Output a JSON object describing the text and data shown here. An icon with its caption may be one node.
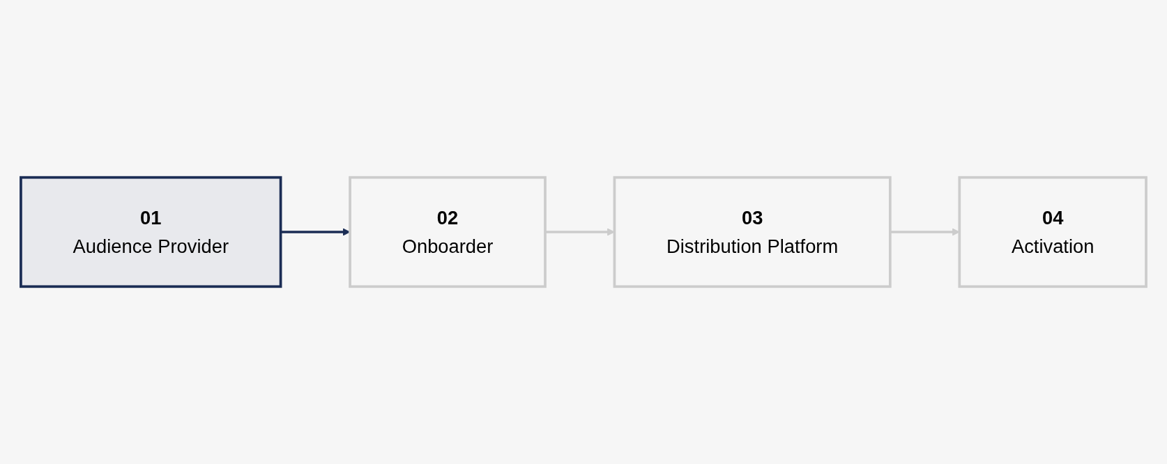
{
  "diagram": {
    "nodes": [
      {
        "text": [
          "01",
          "Audience Provider"
        ]
      },
      {
        "text": [
          "02",
          "Onboarder"
        ]
      },
      {
        "text": [
          "03",
          "Distribution Platform"
        ]
      },
      {
        "text": [
          "04",
          "Activation"
        ]
      }
    ],
    "edges": [
      {
        "from": 0,
        "to": 1,
        "arrow": "to",
        "color": "#1b2d55"
      },
      {
        "from": 1,
        "to": 2,
        "arrow": "to"
      },
      {
        "from": 2,
        "to": 3,
        "arrow": "to"
      }
    ]
  }
}
